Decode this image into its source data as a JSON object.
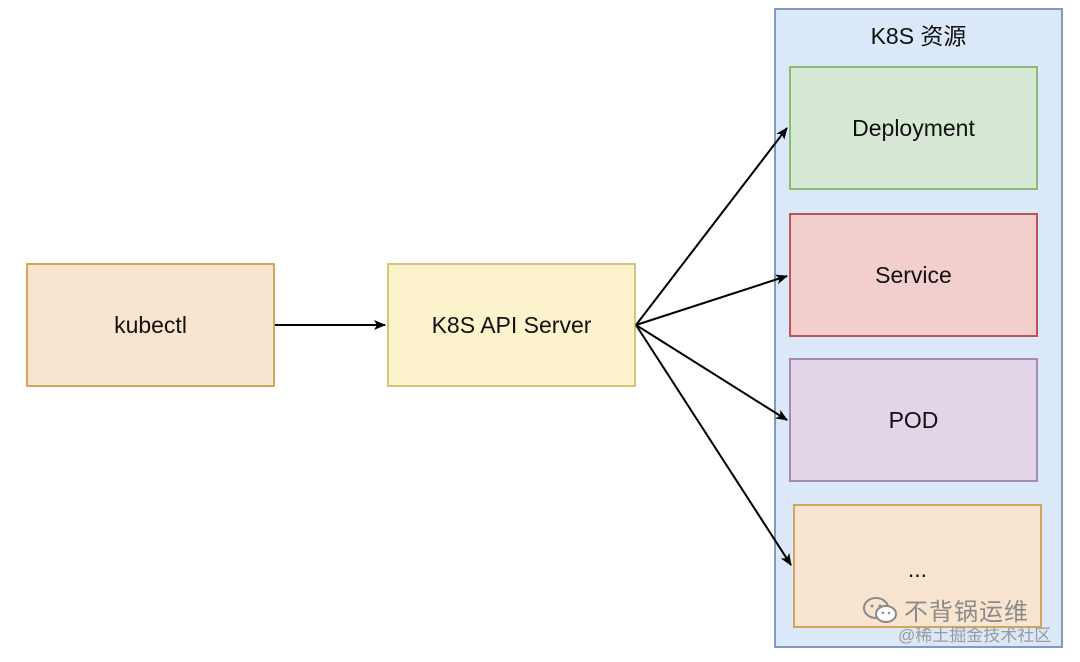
{
  "nodes": {
    "kubectl": "kubectl",
    "api_server": "K8S API Server",
    "group_title": "K8S 资源",
    "deployment": "Deployment",
    "service": "Service",
    "pod": "POD",
    "more": "..."
  },
  "watermark": {
    "icon": "wechat-icon",
    "line1": "不背锅运维",
    "line2": "@稀土掘金技术社区"
  },
  "colors": {
    "kubectl_fill": "#f9e5cf",
    "api_server_fill": "#fcf2cc",
    "group_fill": "#dae8f9",
    "deployment_fill": "#d6e8d4",
    "service_fill": "#f2cecd",
    "pod_fill": "#e1d5e7",
    "more_fill": "#f9e5cf"
  }
}
